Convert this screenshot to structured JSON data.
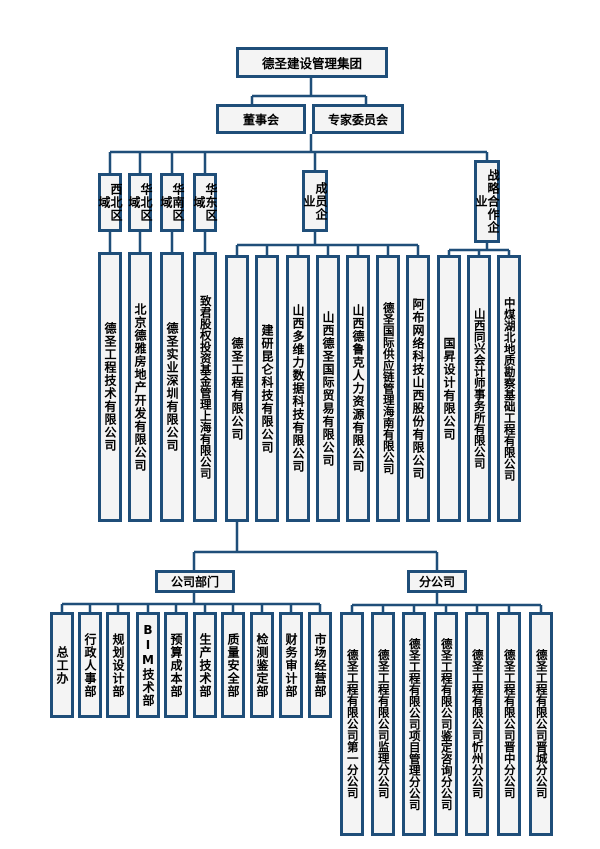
{
  "root": "德圣建设管理集团",
  "board": "董事会",
  "experts": "专家委员会",
  "regions": [
    "西北区域",
    "华北区域",
    "华南区域",
    "华东区域"
  ],
  "member_label": "成员企业",
  "strategic_label": "战略合作企业",
  "region_companies": [
    "德圣工程技术有限公司",
    "北京德雅房地产开发有限公司",
    "德圣实业深圳有限公司",
    "致君股权投资基金管理上海有限公司"
  ],
  "member_companies": [
    "德圣工程有限公司",
    "建研昆仑科技有限公司",
    "山西多维力数据科技有限公司",
    "山西德圣国际贸易有限公司",
    "山西德鲁克人力资源有限公司",
    "德圣国际供应链管理海南有限公司",
    "阿布网络科技山西股份有限公司"
  ],
  "strategic_companies": [
    "国昇设计有限公司",
    "山西同兴会计师事务所有限公司",
    "中煤湖北地质勘察基础工程有限公司"
  ],
  "departments_label": "公司部门",
  "branches_label": "分公司",
  "departments": [
    "总工办",
    "行政人事部",
    "规划设计部",
    "BIM技术部",
    "预算成本部",
    "生产技术部",
    "质量安全部",
    "检测鉴定部",
    "财务审计部",
    "市场经营部"
  ],
  "branches": [
    "德圣工程有限公司第一分公司",
    "德圣工程有限公司监理分公司",
    "德圣工程有限公司项目管理分公司",
    "德圣工程有限公司鉴定咨询分公司",
    "德圣工程有限公司忻州分公司",
    "德圣工程有限公司晋中分公司",
    "德圣工程有限公司晋城分公司"
  ]
}
